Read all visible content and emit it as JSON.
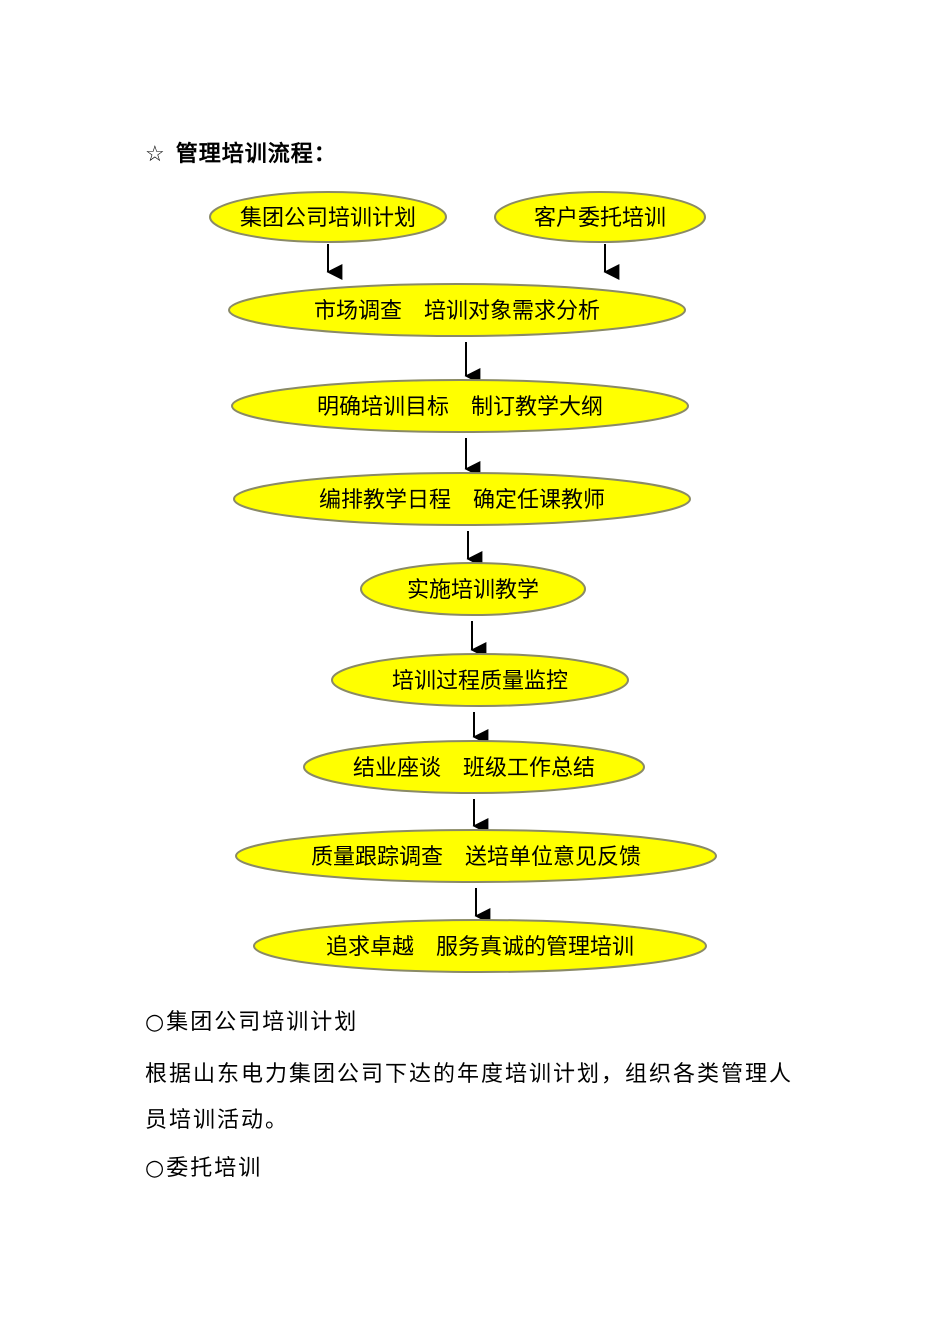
{
  "heading": {
    "bullet": "☆",
    "title": "管理培训流程："
  },
  "flow": {
    "sources": [
      "集团公司培训计划",
      "客户委托培训"
    ],
    "steps": [
      [
        "市场调查",
        "培训对象需求分析"
      ],
      [
        "明确培训目标",
        "制订教学大纲"
      ],
      [
        "编排教学日程",
        "确定任课教师"
      ],
      [
        "实施培训教学"
      ],
      [
        "培训过程质量监控"
      ],
      [
        "结业座谈",
        "班级工作总结"
      ],
      [
        "质量跟踪调查",
        "送培单位意见反馈"
      ],
      [
        "追求卓越",
        "服务真诚的管理培训"
      ]
    ],
    "colors": {
      "fill": "#ffff00",
      "stroke": "#8a8a66",
      "arrow": "#000000"
    }
  },
  "body": {
    "section1_title": "○集团公司培训计划",
    "section1_text_line1": "根据山东电力集团公司下达的年度培训计划，组织各类管理人",
    "section1_text_line2": "员培训活动。",
    "section2_title": "○委托培训"
  }
}
